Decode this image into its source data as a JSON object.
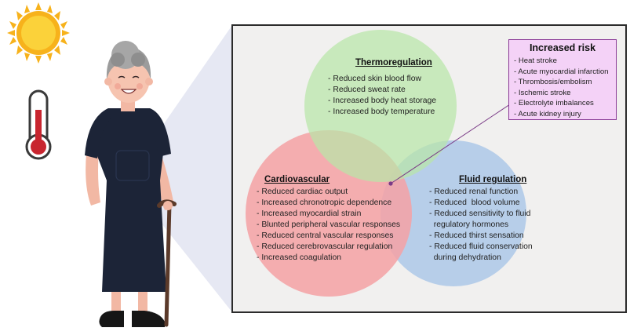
{
  "colors": {
    "thermo_circle": "#b8e6a8",
    "cardio_circle": "#f4a3a6",
    "fluid_circle": "#aec8e8",
    "panel_bg": "#f1f0ef",
    "risk_box": "#f4d2f7",
    "risk_border": "#8a3a96"
  },
  "icons": [
    "sun-icon",
    "thermometer-icon",
    "elderly-woman-illustration",
    "walking-cane-icon"
  ],
  "thermoregulation": {
    "title": "Thermoregulation",
    "items": [
      "- Reduced skin blood flow",
      "- Reduced sweat rate",
      "- Increased body heat storage",
      "- Increased body temperature"
    ]
  },
  "cardiovascular": {
    "title": "Cardiovascular",
    "items": [
      "- Reduced cardiac output",
      "- Increased chronotropic dependence",
      "- Increased myocardial strain",
      "- Blunted peripheral vascular responses",
      "- Reduced central vascular responses",
      "- Reduced cerebrovascular regulation",
      "- Increased coagulation"
    ]
  },
  "fluid_regulation": {
    "title": "Fluid regulation",
    "items": [
      "- Reduced renal function",
      "- Reduced  blood volume",
      "- Reduced sensitivity to fluid",
      "  regulatory hormones",
      "- Reduced thirst sensation",
      "- Reduced fluid conservation",
      "  during dehydration"
    ]
  },
  "increased_risk": {
    "title": "Increased risk",
    "items": [
      "- Heat stroke",
      "- Acute myocardial infarction",
      "- Thrombosis/embolism",
      "- Ischemic stroke",
      "- Electrolyte imbalances",
      "- Acute kidney injury"
    ]
  }
}
